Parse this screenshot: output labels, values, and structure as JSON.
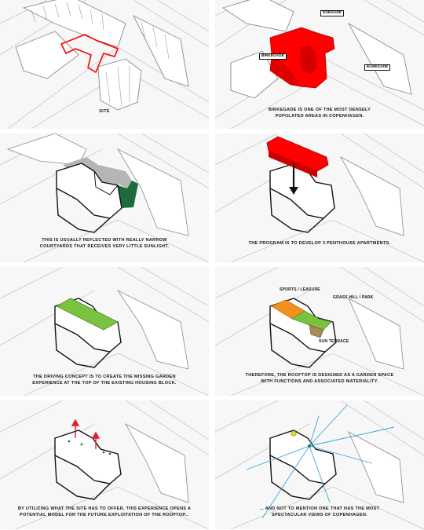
{
  "colors": {
    "red": "#ff0000",
    "green_dark": "#1e6b3a",
    "green_grass": "#7cc241",
    "orange": "#f2921d",
    "brown": "#a8895a",
    "blue": "#3aa6dd",
    "grey_shadow": "#b5b5b5"
  },
  "panels": [
    {
      "id": "site",
      "caption": "SITE",
      "labels": []
    },
    {
      "id": "density",
      "caption": "BIRKEGADE IS ONE OF THE MOST DENSELY\nPOPULATED AREAS IN COPENHAGEN.",
      "labels": [
        "EGEGADE",
        "BIRKEGADE",
        "ELMEGADE"
      ]
    },
    {
      "id": "sunlight",
      "caption": "THIS IS USUALLY REFLECTED WITH REALLY NARROW\nCOURTYARDS THAT RECEIVES VERY LITTLE SUNLIGHT.",
      "labels": []
    },
    {
      "id": "program",
      "caption": "THE PROGRAM IS TO DEVELOP   3 PENTHOUSE APARTMENTS.",
      "labels": []
    },
    {
      "id": "garden",
      "caption": "THE DRIVING CONCEPT IS TO CREATE THE MISSING GARDEN\nEXPERIENCE AT THE TOP OF THE EXISTING HOUSING BLOCK.",
      "labels": []
    },
    {
      "id": "functions",
      "caption": "THEREFORE, THE ROOFTOP IS DESIGNED AS A GARDEN SPACE\nWITH FUNCTIONS AND ASSOCIATED MATERIALITY.",
      "labels": [
        "SPORTS / LEASURE",
        "GRASS HILL / PARK",
        "SUN TERRACE"
      ]
    },
    {
      "id": "model",
      "caption": "BY UTILIZING WHAT THE SITE HAS TO OFFER, THIS EXPERIENCE OPENS A\nPOTENTIAL MODEL FOR THE FUTURE EXPLOITATION OF THE ROOFTOP...",
      "labels": []
    },
    {
      "id": "views",
      "caption": "... AND NOT TO MENTION ONE THAT HAS THE MOST\nSPECTACULAR VIEWS OF COPENHAGEN.",
      "labels": []
    }
  ]
}
